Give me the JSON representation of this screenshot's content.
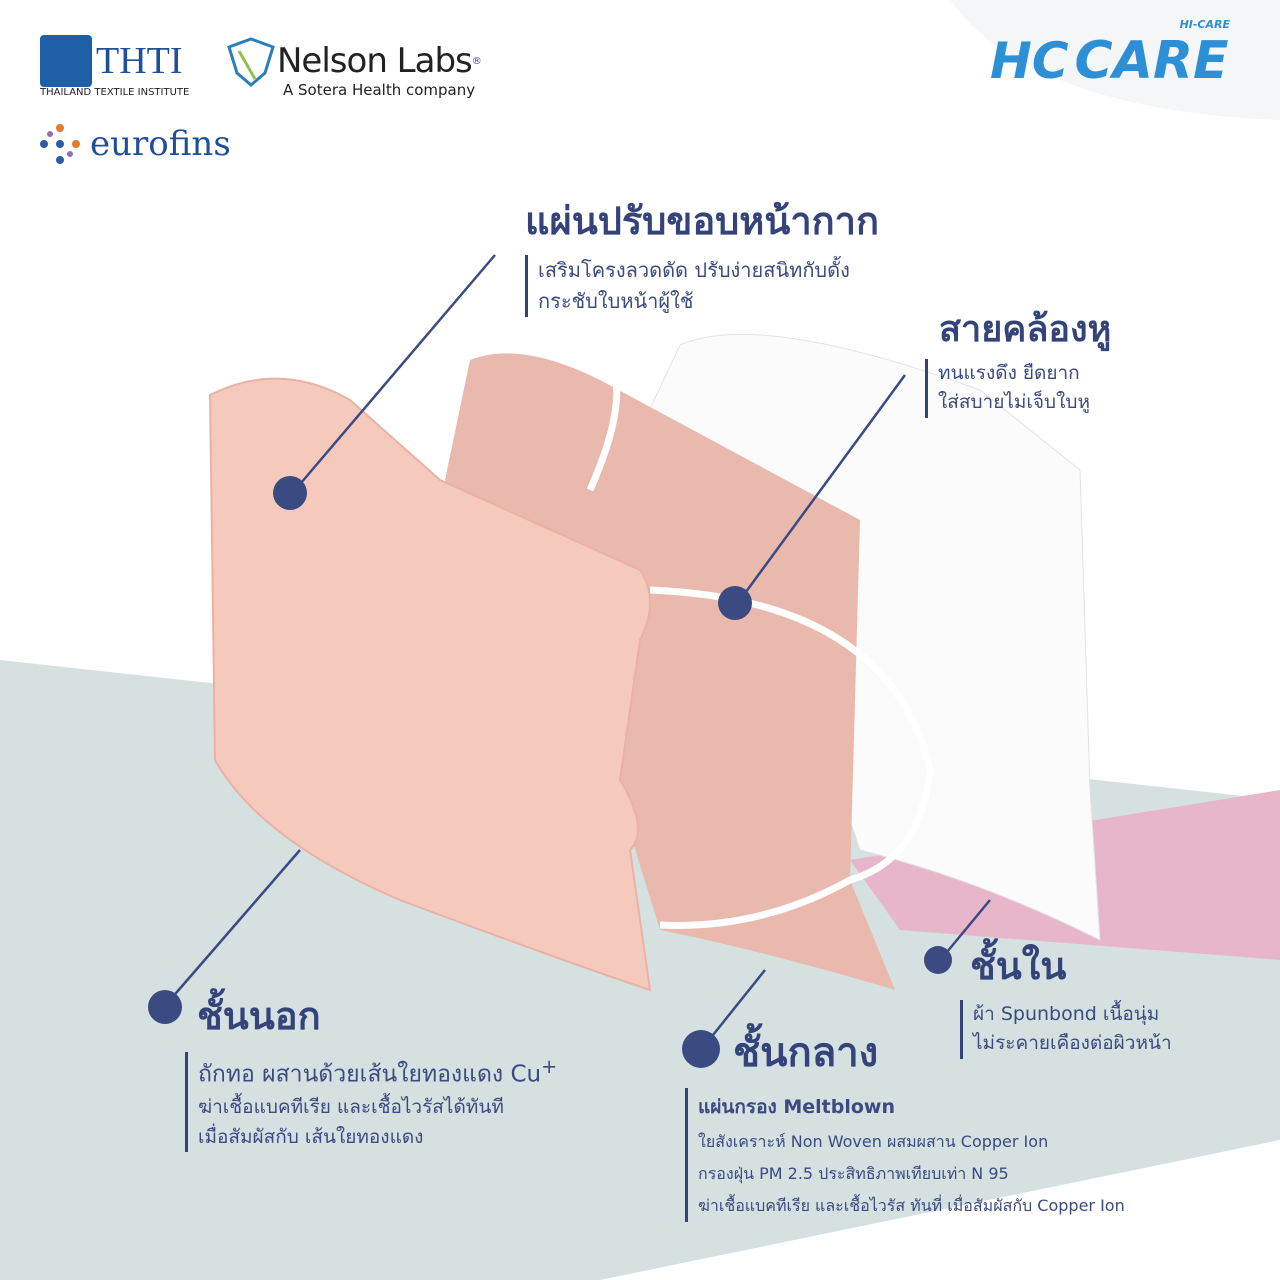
{
  "logos": {
    "thti": {
      "name": "THTI",
      "subtitle": "THAILAND TEXTILE INSTITUTE"
    },
    "nelson": {
      "name": "Nelson Labs",
      "reg": "®",
      "subtitle": "A Sotera Health company"
    },
    "eurofins": {
      "name": "eurofins"
    },
    "brand": {
      "name": "CARE",
      "tag": "HI-CARE",
      "mark": "HC"
    }
  },
  "colors": {
    "navy": "#34437a",
    "grey_band": "#d5e0e1",
    "pink_band": "#e7b6ca",
    "mask_pink": "#f6c9bd"
  },
  "callouts": {
    "edge": {
      "title": "แผ่นปรับขอบหน้ากาก",
      "lines": [
        "เสริมโครงลวดดัด ปรับง่ายสนิทกับดั้ง",
        "กระชับใบหน้าผู้ใช้"
      ]
    },
    "ear": {
      "title": "สายคล้องหู",
      "lines": [
        "ทนแรงดึง ยืดยาก",
        "ใส่สบายไม่เจ็บใบหู"
      ]
    },
    "outer": {
      "title": "ชั้นนอก",
      "lines": [
        "ถักทอ ผสานด้วยเส้นใยทองแดง Cu",
        "ฆ่าเชื้อแบคทีเรีย และเชื้อไวรัสได้ทันที",
        "เมื่อสัมผัสกับ เส้นใยทองแดง"
      ],
      "superscript": "+"
    },
    "middle": {
      "title": "ชั้นกลาง",
      "lines": [
        "แผ่นกรอง Meltblown",
        "ใยสังเคราะห์ Non Woven ผสมผสาน Copper Ion",
        "กรองฝุ่น PM 2.5 ประสิทธิภาพเทียบเท่า N 95",
        "ฆ่าเชื้อแบคทีเรีย และเชื้อไวรัส ทันที่ เมื่อสัมผัสกับ Copper Ion"
      ]
    },
    "inner": {
      "title": "ชั้นใน",
      "lines": [
        "ผ้า Spunbond เนื้อนุ่ม",
        "ไม่ระคายเคืองต่อผิวหน้า"
      ]
    }
  }
}
